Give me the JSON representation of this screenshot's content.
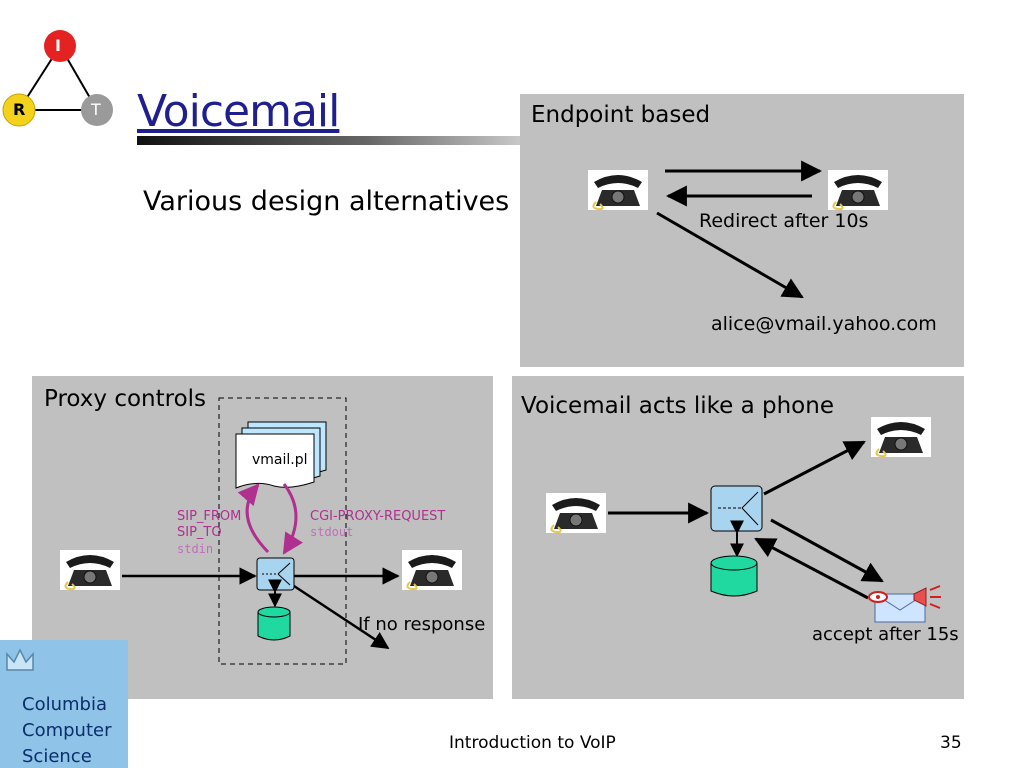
{
  "slide": {
    "title": "Voicemail",
    "subtitle": "Various design alternatives",
    "logo_letters": {
      "top": "I",
      "left": "R",
      "right": "T"
    }
  },
  "panels": {
    "endpoint": {
      "heading": "Endpoint based",
      "redirect_label": "Redirect after 10s",
      "address": "alice@vmail.yahoo.com"
    },
    "proxy": {
      "heading": "Proxy controls",
      "script_name": "vmail.pl",
      "env_vars": [
        "SIP_FROM",
        "SIP_TO"
      ],
      "stdin_label": "stdin",
      "cgi_label": "CGI-PROXY-REQUEST",
      "stdout_label": "stdout",
      "no_response_label": "If no response"
    },
    "voicemail_phone": {
      "heading": "Voicemail acts like a phone",
      "accept_label": "accept after 15s"
    }
  },
  "footer": {
    "org_lines": [
      "Columbia",
      "Computer",
      "Science"
    ],
    "center": "Introduction to VoIP",
    "page_number": "35"
  },
  "colors": {
    "title": "#1f1f8f",
    "panel": "#c0c0c0",
    "cgi_magenta": "#b0308f",
    "proxy_blue": "#a8d4f0",
    "database_green": "#1fd9a0",
    "logo_red": "#e42222",
    "logo_yellow": "#f3d21b",
    "logo_gray": "#9a9a9a"
  }
}
